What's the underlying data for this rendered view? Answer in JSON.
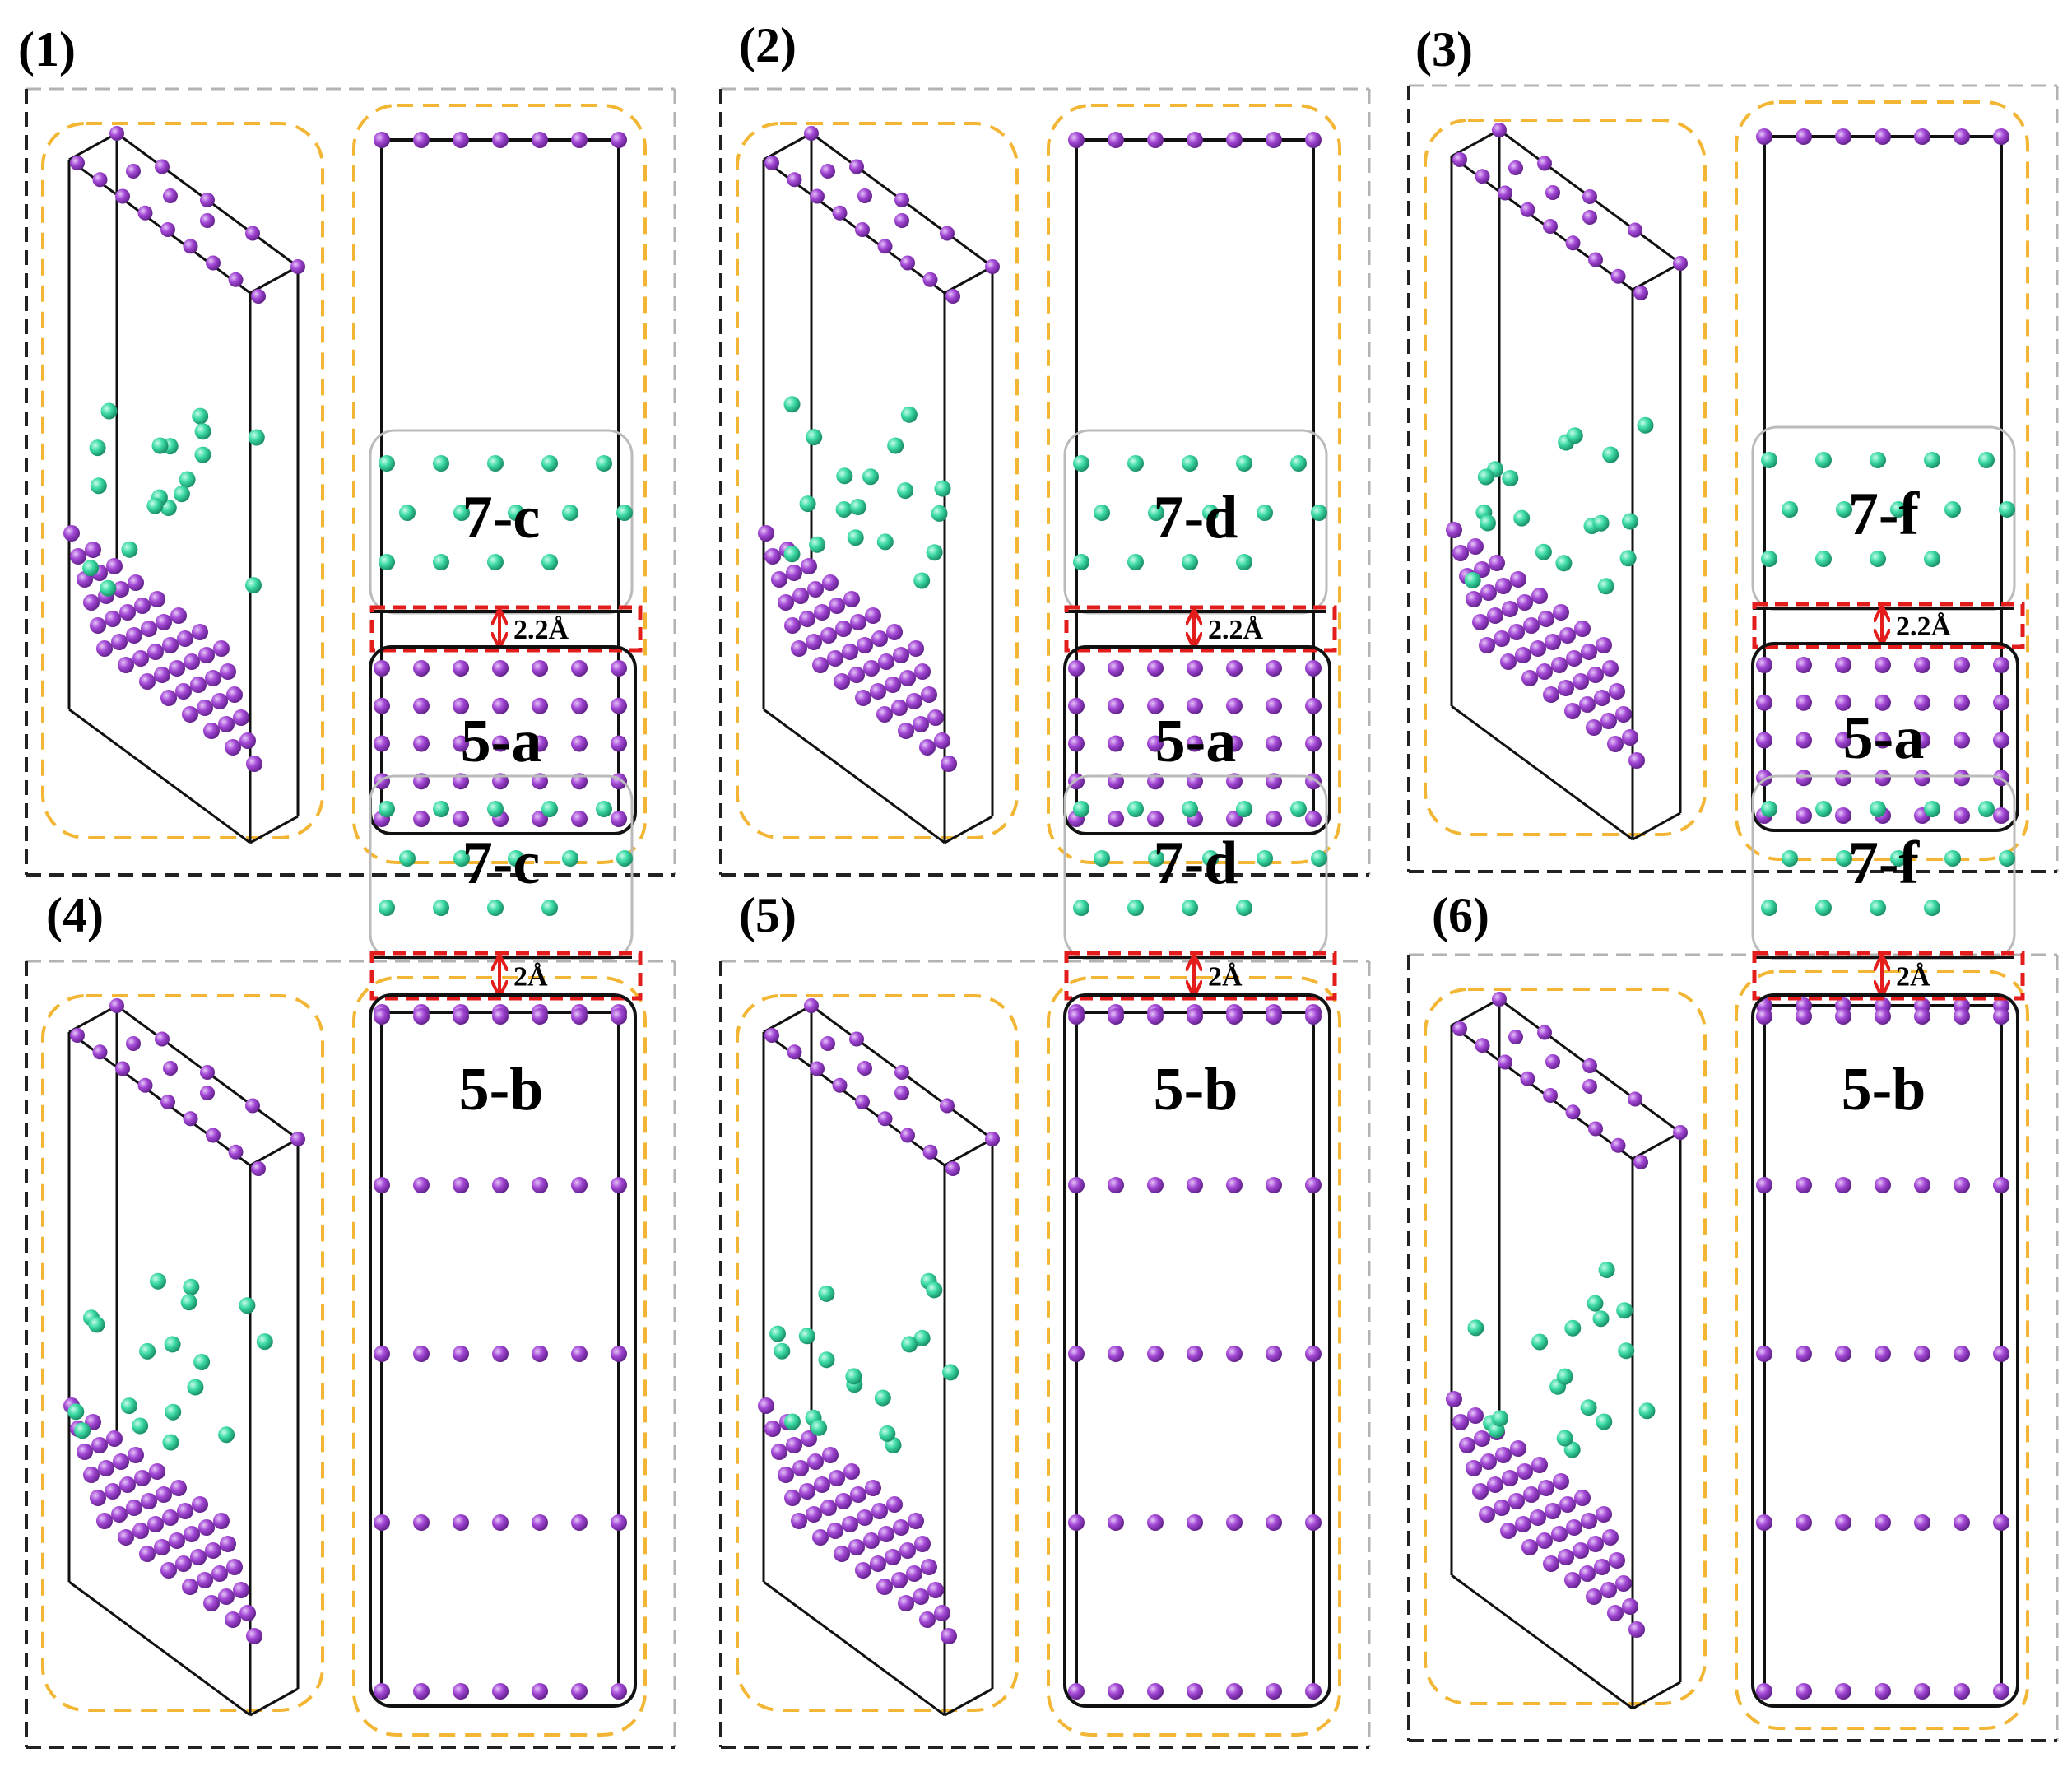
{
  "colors": {
    "violet_atom": "#a347d6",
    "teal_atom": "#3ddba6",
    "group_border": "#f2b634",
    "gap_marker": "#e31c1c",
    "frame_dark": "#222222",
    "frame_light": "#b3b3b3",
    "region_box": "#bbbbbb"
  },
  "panels": [
    {
      "label": "(1)",
      "top_layer": "7-c",
      "bottom_layer": "5-a",
      "gap": "2.2Å"
    },
    {
      "label": "(2)",
      "top_layer": "7-d",
      "bottom_layer": "5-a",
      "gap": "2.2Å"
    },
    {
      "label": "(3)",
      "top_layer": "7-f",
      "bottom_layer": "5-a",
      "gap": "2.2Å"
    },
    {
      "label": "(4)",
      "top_layer": "7-c",
      "bottom_layer": "5-b",
      "gap": "2Å"
    },
    {
      "label": "(5)",
      "top_layer": "7-d",
      "bottom_layer": "5-b",
      "gap": "2Å"
    },
    {
      "label": "(6)",
      "top_layer": "7-f",
      "bottom_layer": "5-b",
      "gap": "2Å"
    }
  ]
}
